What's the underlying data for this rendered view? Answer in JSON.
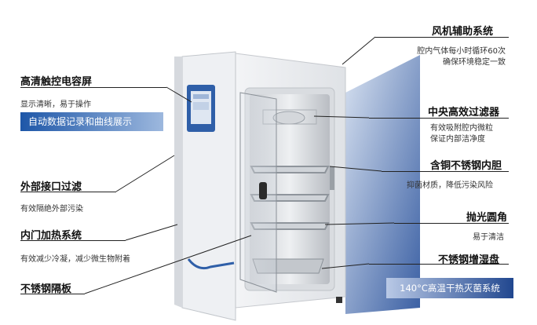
{
  "left_features": [
    {
      "title": "高清触控电容屏",
      "desc": "显示清晰，易于操作",
      "badge": "自动数据记录和曲线展示"
    },
    {
      "title": "外部接口过滤",
      "desc": "有效隔绝外部污染"
    },
    {
      "title": "内门加热系统",
      "desc": "有效减少冷凝，减少微生物附着"
    },
    {
      "title": "不锈钢隔板"
    }
  ],
  "right_features": [
    {
      "title": "风机辅助系统",
      "desc_lines": [
        "腔内气体每小时循环60次",
        "确保环境稳定一致"
      ]
    },
    {
      "title": "中央高效过滤器",
      "desc_lines": [
        "有效吸附腔内微粒",
        "保证内部洁净度"
      ]
    },
    {
      "title": "含铜不锈钢内胆",
      "desc_lines": [
        "抑菌材质，降低污染风险"
      ]
    },
    {
      "title": "抛光圆角",
      "desc_lines": [
        "易于清洁"
      ]
    },
    {
      "title": "不锈钢增湿盘"
    }
  ],
  "bottom_badge": "140°C高温干热灭菌系统",
  "colors": {
    "badge_left_from": "#1e57a8",
    "badge_left_to": "#9db8de",
    "badge_right_from": "#b9c9e6",
    "badge_right_to": "#21478f",
    "panel_blue": "#2f5fa8"
  }
}
